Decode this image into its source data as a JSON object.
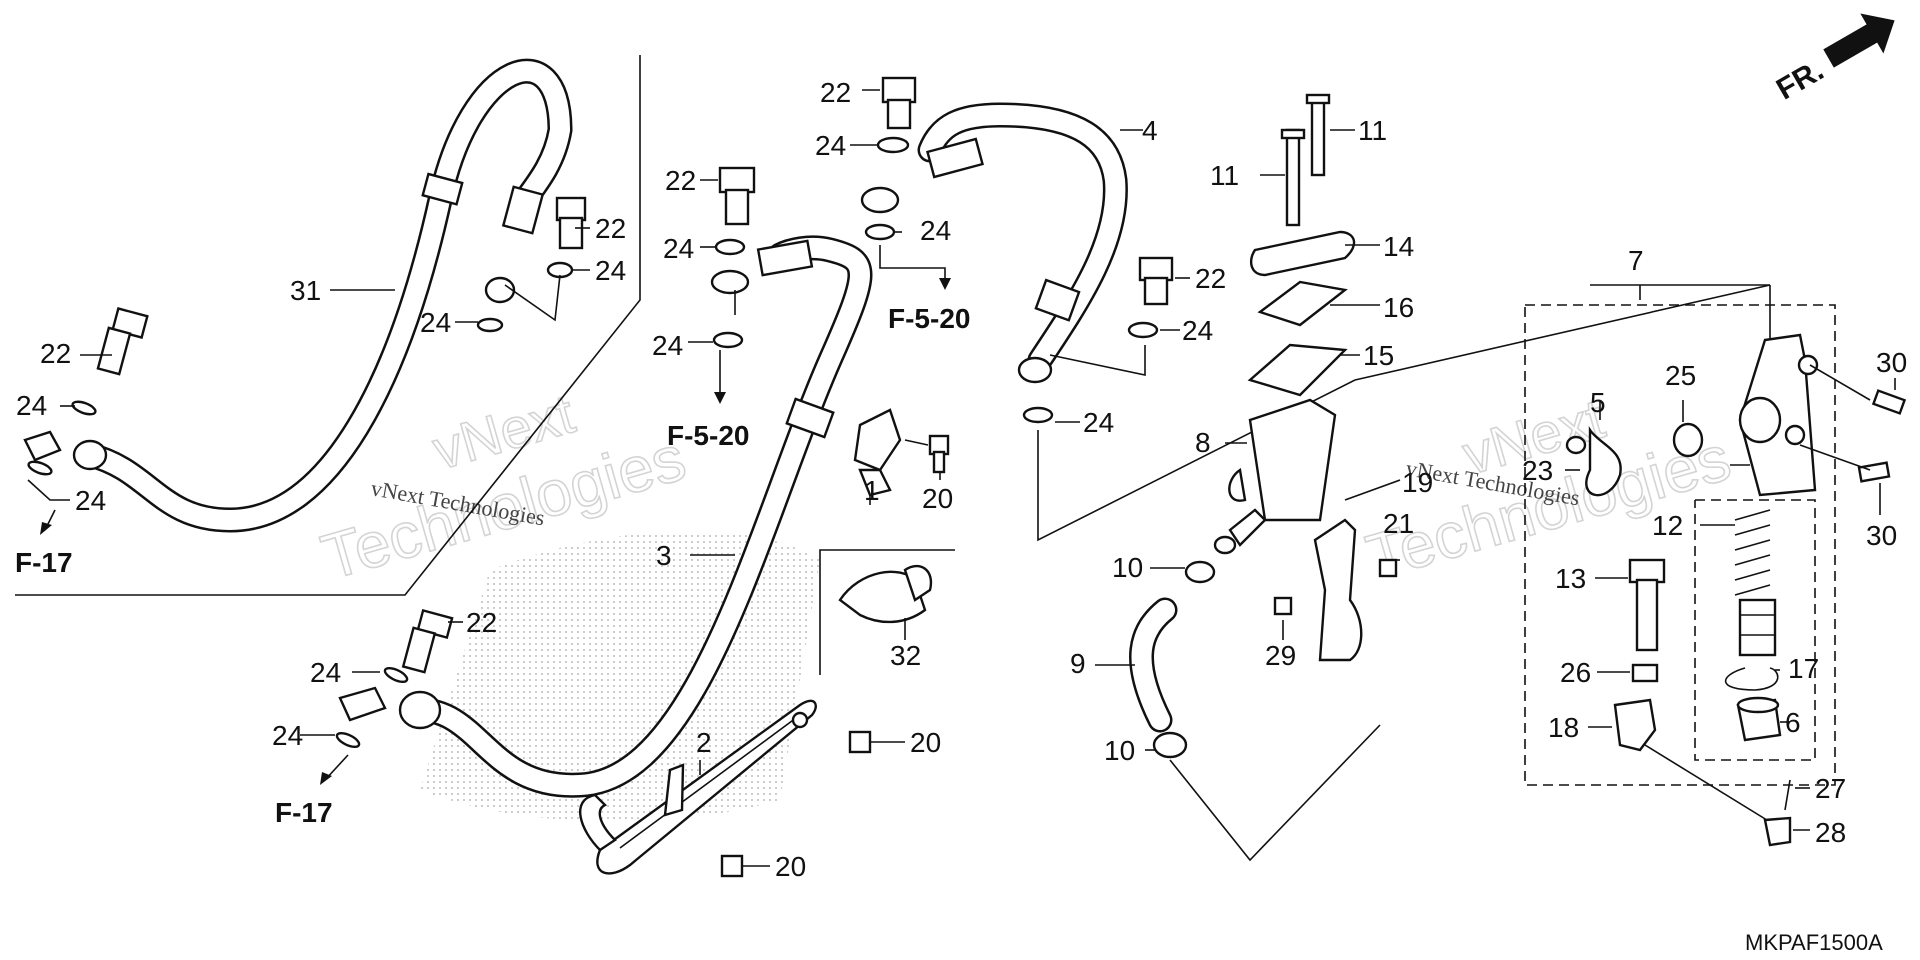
{
  "diagram_code": "MKPAF1500A",
  "front_indicator": "FR.",
  "watermark": {
    "line1": "vNext",
    "line2": "Technologies",
    "small": "vNext Technologies"
  },
  "refs": {
    "f17": "F-17",
    "f520": "F-5-20"
  },
  "parts": {
    "p1": "1",
    "p2": "2",
    "p3": "3",
    "p4": "4",
    "p5": "5",
    "p6": "6",
    "p7": "7",
    "p8": "8",
    "p9": "9",
    "p10": "10",
    "p11": "11",
    "p12": "12",
    "p13": "13",
    "p14": "14",
    "p15": "15",
    "p16": "16",
    "p17": "17",
    "p18": "18",
    "p19": "19",
    "p20": "20",
    "p21": "21",
    "p22": "22",
    "p23": "23",
    "p24": "24",
    "p25": "25",
    "p26": "26",
    "p27": "27",
    "p28": "28",
    "p29": "29",
    "p30": "30",
    "p31": "31",
    "p32": "32"
  },
  "icons": [
    "front-arrow-icon"
  ]
}
